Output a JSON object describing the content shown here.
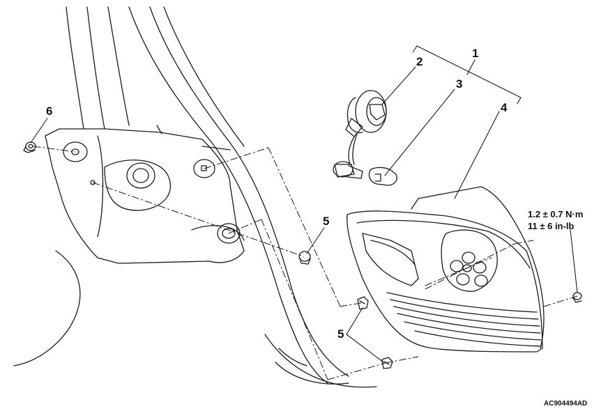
{
  "callouts": {
    "c1": "1",
    "c2": "2",
    "c3": "3",
    "c4": "4",
    "c5a": "5",
    "c5b": "5",
    "c6": "6"
  },
  "torque_spec": {
    "metric": "1.2 ± 0.7 N·m",
    "imperial": "11 ± 6 in-lb"
  },
  "figure_id": "AC904494AD",
  "colors": {
    "line": "#1a1a1a",
    "background": "#ffffff"
  }
}
